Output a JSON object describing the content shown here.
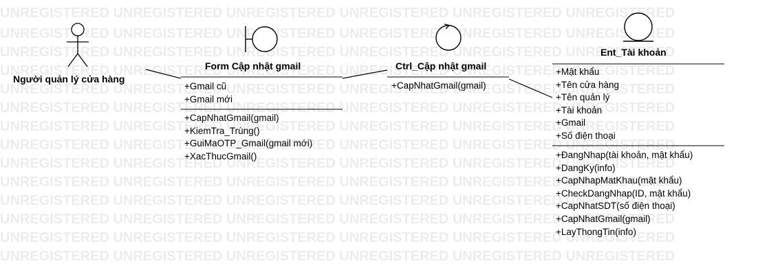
{
  "watermark": {
    "text": "UNREGISTERED UNREGISTERED UNREGISTERED UNREGISTERED UNREGISTERED UNREGISTERED"
  },
  "actor": {
    "name": "Người quản lý cửa hàng"
  },
  "boundary": {
    "name": "Form  Cập nhật gmail",
    "attributes": [
      "+Gmail cũ",
      "+Gmail mới"
    ],
    "operations": [
      "+CapNhatGmail(gmail)",
      "+KiemTra_Trùng()",
      "+GuiMaOTP_Gmail(gmail mới)",
      "+XacThucGmail()"
    ]
  },
  "control": {
    "name": "Ctrl_Cập nhật gmail",
    "operations": [
      "+CapNhatGmail(gmail)"
    ]
  },
  "entity": {
    "name": "Ent_Tài khoản",
    "attributes": [
      "+Mật khẩu",
      "+Tên cửa hàng",
      "+Tên quản lý",
      "+Tài khoản",
      "+Gmail",
      "+Số điện thoại"
    ],
    "operations": [
      "+ĐangNhap(tài khoản, mật khẩu)",
      "+DangKy(info)",
      "+CapNhapMatKhau(mật khẩu)",
      "+CheckDangNhap(ID, mật khẩu)",
      "+CapNhatSDT(số điện thoại)",
      "+CapNhatGmail(gmail)",
      "+LayThongTin(info)"
    ]
  }
}
